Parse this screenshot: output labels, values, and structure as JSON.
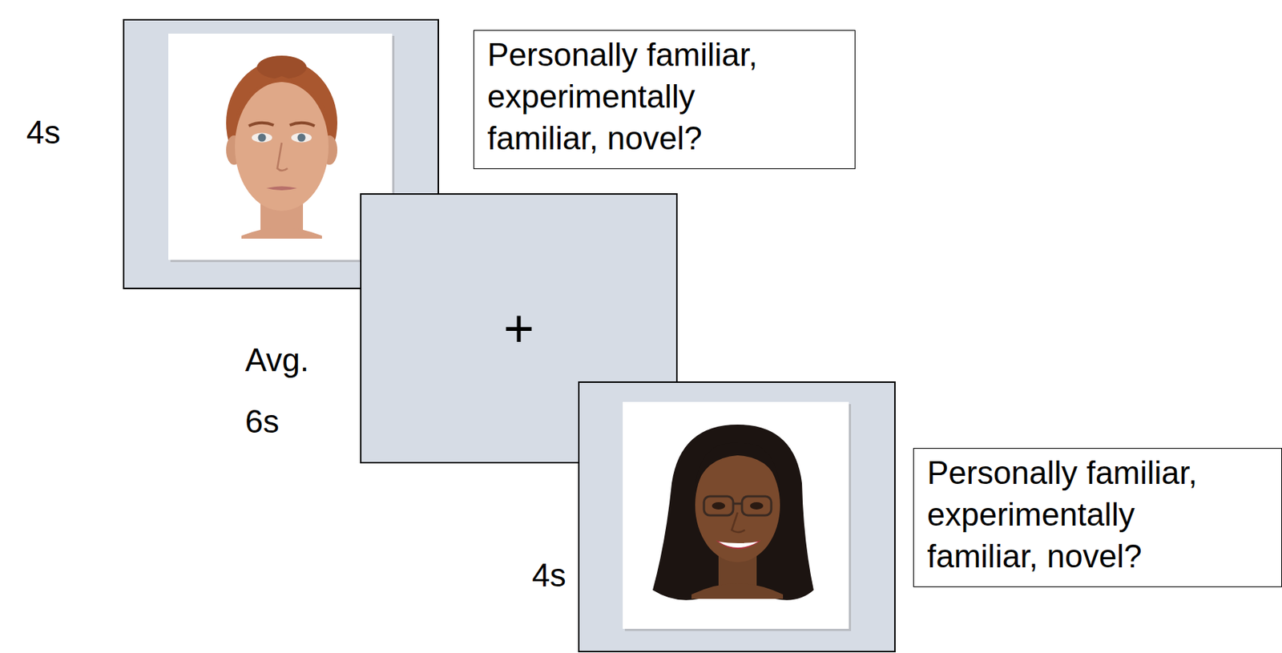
{
  "diagram": {
    "nodes": [
      {
        "text": [
          "Personally familiar, experimentally familiar, novel?"
        ]
      },
      {
        "text": [
          "+"
        ]
      },
      {
        "text": [
          "Personally familiar, experimentally familiar, novel?"
        ]
      }
    ],
    "labels": [
      "4s",
      "Avg. 6s",
      "4s"
    ]
  }
}
